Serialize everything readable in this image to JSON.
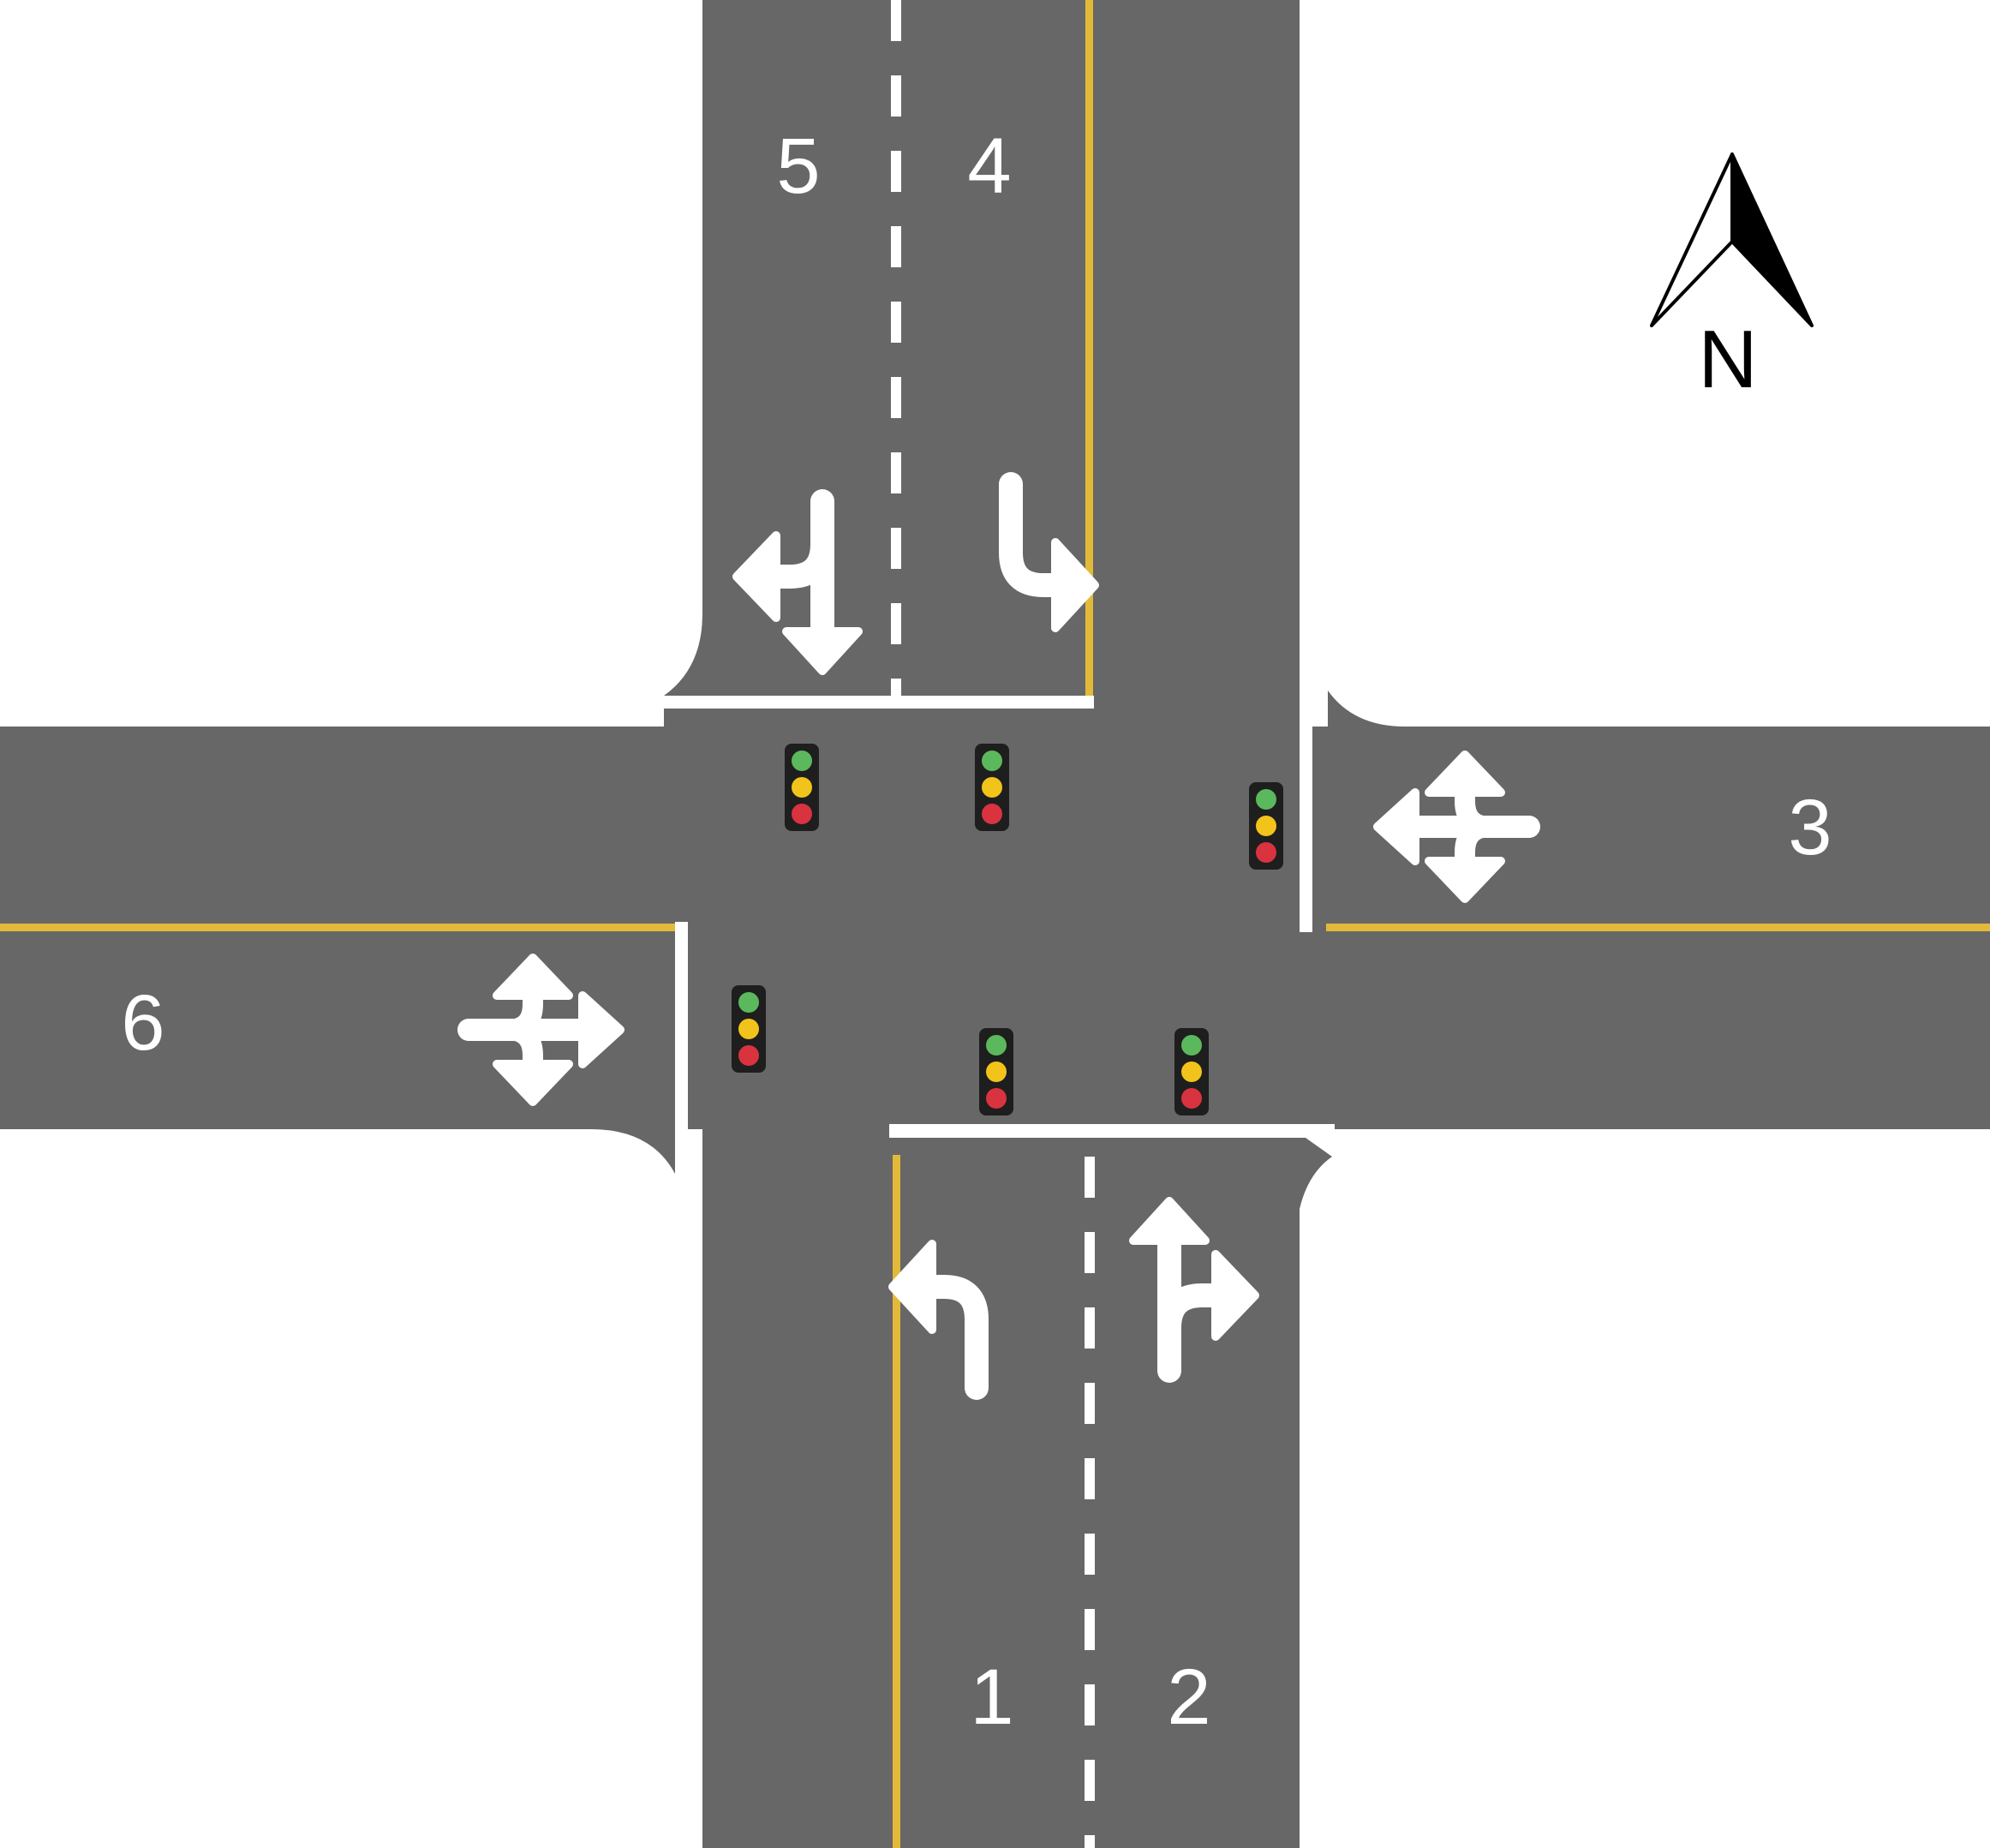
{
  "colors": {
    "road": "#676767",
    "paint_white": "#ffffff",
    "paint_yellow": "#e3b93a",
    "light_housing": "#1e1e1e",
    "light_green": "#5cb85c",
    "light_yellow": "#f2c31b",
    "light_red": "#d9333f"
  },
  "compass": {
    "label": "N",
    "icon": "north-arrow-icon"
  },
  "lanes": [
    {
      "id": "lane-1",
      "number": "1",
      "approach": "south",
      "arrow": "left-turn-arrow-icon"
    },
    {
      "id": "lane-2",
      "number": "2",
      "approach": "south",
      "arrow": "straight-right-arrow-icon"
    },
    {
      "id": "lane-3",
      "number": "3",
      "approach": "east",
      "arrow": "all-directions-arrow-icon"
    },
    {
      "id": "lane-4",
      "number": "4",
      "approach": "north",
      "arrow": "left-turn-arrow-icon"
    },
    {
      "id": "lane-5",
      "number": "5",
      "approach": "north",
      "arrow": "straight-right-arrow-icon"
    },
    {
      "id": "lane-6",
      "number": "6",
      "approach": "west",
      "arrow": "all-directions-arrow-icon"
    }
  ],
  "traffic_lights": [
    {
      "id": "signal-lane-5",
      "lamps": [
        "green",
        "yellow",
        "red"
      ]
    },
    {
      "id": "signal-lane-4",
      "lamps": [
        "green",
        "yellow",
        "red"
      ]
    },
    {
      "id": "signal-lane-3",
      "lamps": [
        "green",
        "yellow",
        "red"
      ]
    },
    {
      "id": "signal-lane-6",
      "lamps": [
        "green",
        "yellow",
        "red"
      ]
    },
    {
      "id": "signal-lane-1",
      "lamps": [
        "green",
        "yellow",
        "red"
      ]
    },
    {
      "id": "signal-lane-2",
      "lamps": [
        "green",
        "yellow",
        "red"
      ]
    }
  ]
}
